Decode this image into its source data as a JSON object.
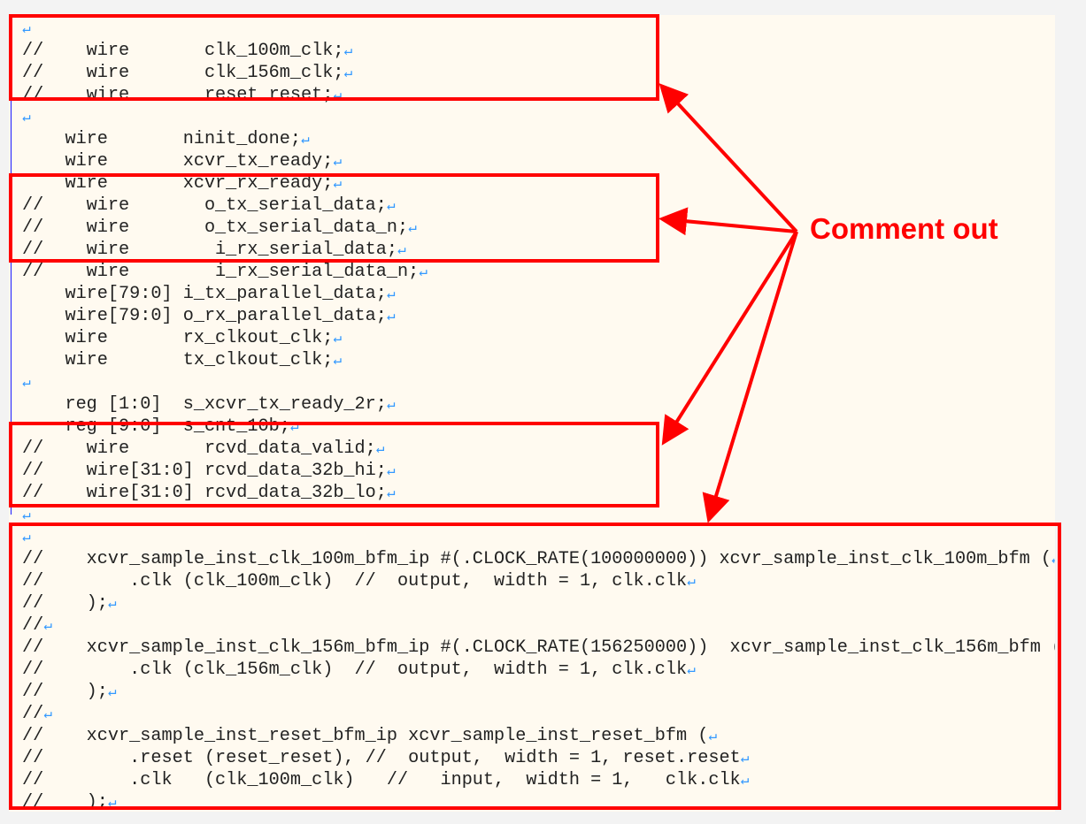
{
  "annotation": {
    "label": "Comment out",
    "color": "#ff0000"
  },
  "editor": {
    "newline_marker_color": "#3399ff",
    "lines": [
      "",
      "//    wire       clk_100m_clk;",
      "//    wire       clk_156m_clk;",
      "//    wire       reset_reset;",
      "",
      "    wire       ninit_done;",
      "    wire       xcvr_tx_ready;",
      "    wire       xcvr_rx_ready;",
      "//    wire       o_tx_serial_data;",
      "//    wire       o_tx_serial_data_n;",
      "//    wire        i_rx_serial_data;",
      "//    wire        i_rx_serial_data_n;",
      "    wire[79:0] i_tx_parallel_data;",
      "    wire[79:0] o_rx_parallel_data;",
      "    wire       rx_clkout_clk;",
      "    wire       tx_clkout_clk;",
      "",
      "    reg [1:0]  s_xcvr_tx_ready_2r;",
      "    reg [9:0]  s_cnt_10b;",
      "//    wire       rcvd_data_valid;",
      "//    wire[31:0] rcvd_data_32b_hi;",
      "//    wire[31:0] rcvd_data_32b_lo;",
      "",
      "",
      "//    xcvr_sample_inst_clk_100m_bfm_ip #(.CLOCK_RATE(100000000)) xcvr_sample_inst_clk_100m_bfm (",
      "//        .clk (clk_100m_clk)  //  output,  width = 1, clk.clk",
      "//    );",
      "//",
      "//    xcvr_sample_inst_clk_156m_bfm_ip #(.CLOCK_RATE(156250000))  xcvr_sample_inst_clk_156m_bfm (",
      "//        .clk (clk_156m_clk)  //  output,  width = 1, clk.clk",
      "//    );",
      "//",
      "//    xcvr_sample_inst_reset_bfm_ip xcvr_sample_inst_reset_bfm (",
      "//        .reset (reset_reset), //  output,  width = 1, reset.reset",
      "//        .clk   (clk_100m_clk)   //   input,  width = 1,   clk.clk",
      "//    );"
    ]
  }
}
